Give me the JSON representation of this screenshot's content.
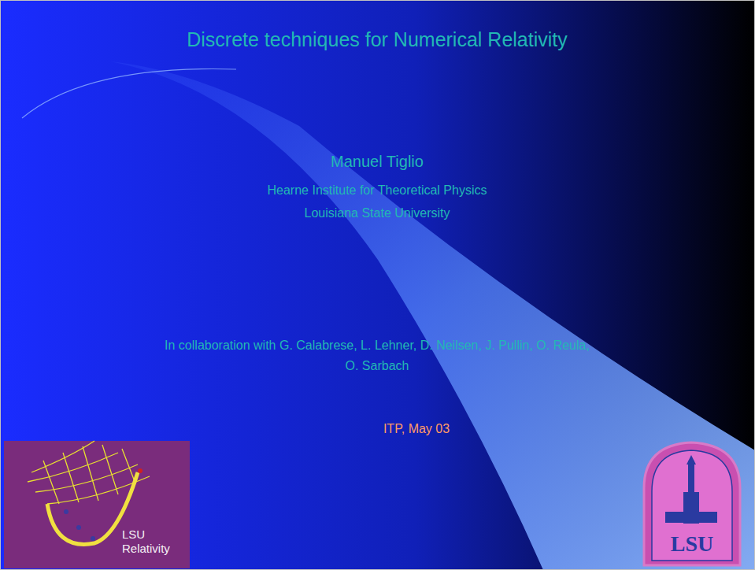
{
  "diagram": {
    "title": "Discrete techniques for Numerical Relativity",
    "nodes": [
      {
        "text": [
          "LSU Relativity"
        ]
      },
      {
        "text": [
          "LSU"
        ]
      }
    ],
    "labels": [
      "Manuel Tiglio",
      "Hearne Institute for Theoretical Physics",
      "Louisiana  State University",
      "In collaboration with G. Calabrese, L. Lehner, D. Neilsen, J. Pullin, O. Reula, O. Sarbach",
      "ITP, May 03"
    ]
  }
}
